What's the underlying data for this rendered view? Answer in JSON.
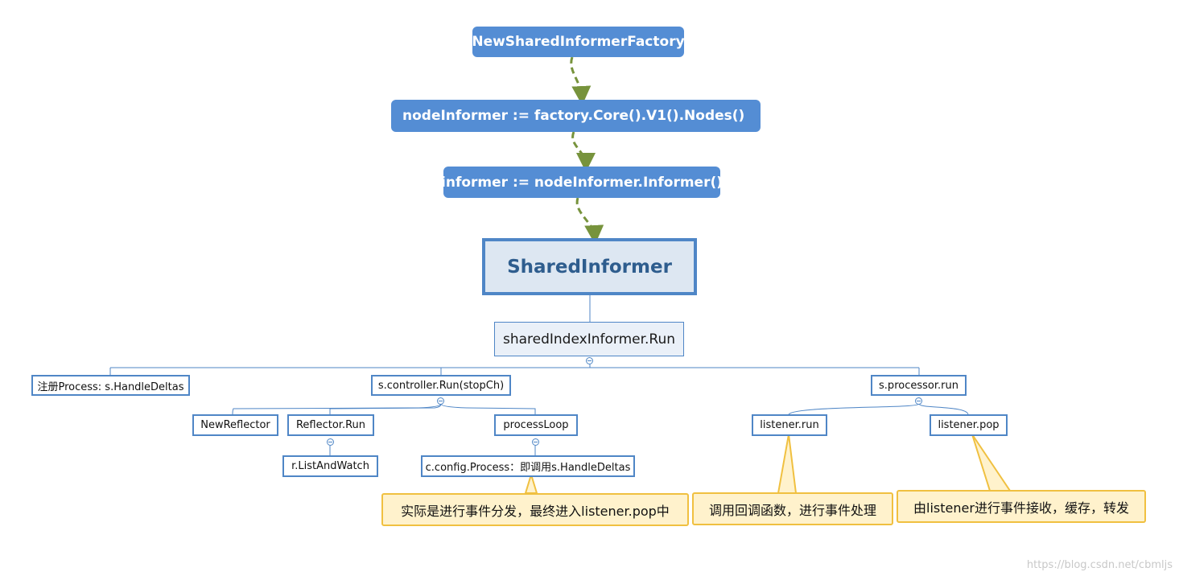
{
  "chain": {
    "factory": "NewSharedInformerFactory",
    "node_informer": "nodeInformer := factory.Core().V1().Nodes()",
    "informer": "informer := nodeInformer.Informer()"
  },
  "main": {
    "title": "SharedInformer",
    "run": "sharedIndexInformer.Run"
  },
  "branches": {
    "register": "注册Process: s.HandleDeltas",
    "controller_run": "s.controller.Run(stopCh)",
    "processor_run": "s.processor.run",
    "new_reflector": "NewReflector",
    "reflector_run": "Reflector.Run",
    "list_and_watch": "r.ListAndWatch",
    "process_loop": "processLoop",
    "config_process": "c.config.Process：即调用s.HandleDeltas",
    "listener_run": "listener.run",
    "listener_pop": "listener.pop"
  },
  "callouts": {
    "dispatch": "实际是进行事件分发，最终进入listener.pop中",
    "callback": "调用回调函数，进行事件处理",
    "receive": "由listener进行事件接收，缓存，转发"
  },
  "watermark": "https://blog.csdn.net/cbmljs",
  "colors": {
    "pill": "#548dd4",
    "main_border": "#4f86c6",
    "main_fill": "#dde7f2",
    "arrow": "#77933c",
    "callout_fill": "#fff2cc",
    "callout_border": "#f0c040"
  }
}
